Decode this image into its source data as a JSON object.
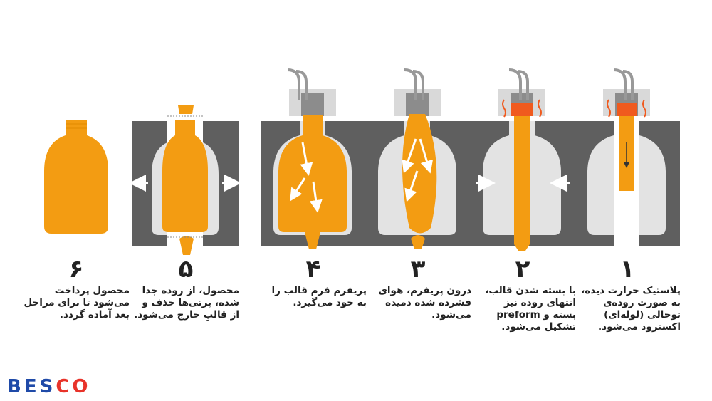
{
  "steps": [
    {
      "number": "۱",
      "caption": "پلاستیک حرارت دیده،\nبه صورت روده‌ی\nتوخالی (لوله‌ای)\nاکسترود می‌شود."
    },
    {
      "number": "۲",
      "caption": "با بسته شدن قالب،\nانتهای روده نیز\nبسته و preform\nتشکیل می‌شود."
    },
    {
      "number": "۳",
      "caption": "درون پریفرم، هوای\nفشرده شده دمیده\nمی‌شود."
    },
    {
      "number": "۴",
      "caption": "پریفرم فرم قالب را\nبه خود می‌گیرد."
    },
    {
      "number": "۵",
      "caption": "محصول، از روده جدا\nشده، پرتی‌ها حذف و\nاز قالبِ خارج می‌شود."
    },
    {
      "number": "۶",
      "caption": "محصول پرداخت\nمی‌شود تا برای مراحل\nبعد آماده گردد."
    }
  ],
  "logo": {
    "text_a": "BES",
    "text_b": "CO"
  },
  "colors": {
    "mold": "#5f5f5f",
    "cavity": "#e3e3e3",
    "plastic": "#f39c12",
    "heat": "#f05a1e",
    "brand_blue": "#1f4aa8",
    "brand_red": "#e8332a"
  }
}
